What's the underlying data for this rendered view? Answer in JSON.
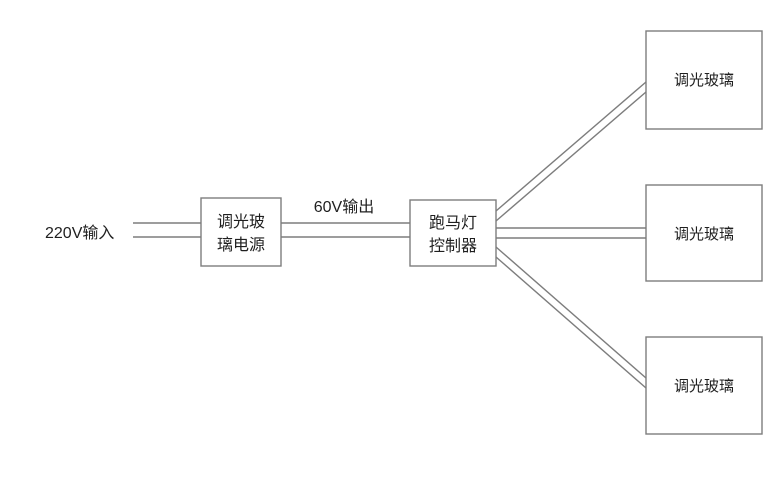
{
  "diagram": {
    "background": "#ffffff",
    "line_color": "#7d7d7d",
    "text_color": "#1f1f1f",
    "input_label": "220V输入",
    "output_label": "60V输出",
    "power_supply_box": {
      "line1": "调光玻",
      "line2": "璃电源"
    },
    "controller_box": {
      "line1": "跑马灯",
      "line2": "控制器"
    },
    "glass_panels": [
      {
        "label": "调光玻璃"
      },
      {
        "label": "调光玻璃"
      },
      {
        "label": "调光玻璃"
      }
    ]
  }
}
